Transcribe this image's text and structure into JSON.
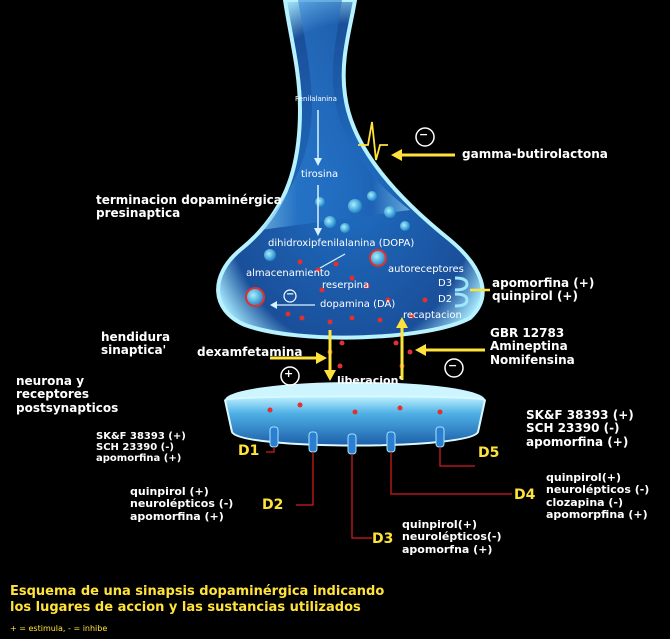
{
  "labels": {
    "fenilalanina": "Fenilalanina",
    "tirosina": "tirosina",
    "dopa": "dihidroxipfenilalanina (DOPA)",
    "almacenamiento": "almacenamiento",
    "reserpina": "reserpina",
    "autoreceptores": "autoreceptores",
    "dopamina": "dopamina (DA)",
    "recaptacion": "recaptacion",
    "d3_auto": "D3",
    "d2_auto": "D2",
    "liberacion": "liberacion'",
    "presinaptica": [
      "terminacion dopaminérgica",
      "presinaptica"
    ],
    "hendidura": [
      "hendidura",
      "sinaptica'"
    ],
    "postsinaptica": [
      "neurona y",
      "receptores",
      "postsynapticos"
    ],
    "gamma": "gamma-butirolactona",
    "apomorfina_plus": [
      "apomorfina (+)",
      "quinpirol (+)"
    ],
    "gbr": [
      "GBR 12783",
      "Amineptina",
      "Nomifensina"
    ],
    "dexamfetamina": "dexamfetamina"
  },
  "signs": {
    "plus": "+",
    "minus": "−"
  },
  "receptors": {
    "d1": {
      "label": "D1",
      "drugs": [
        "SK&F 38393 (+)",
        "SCH 23390 (-)",
        "apomorfina (+)"
      ]
    },
    "d2": {
      "label": "D2",
      "drugs": [
        "quinpirol (+)",
        "neurolépticos (-)",
        "apomorfina (+)"
      ]
    },
    "d3": {
      "label": "D3",
      "drugs": [
        "quinpirol(+)",
        "neurolépticos(-)",
        "apomorfna (+)"
      ]
    },
    "d4": {
      "label": "D4",
      "drugs": [
        "quinpirol(+)",
        "neurolépticos (-)",
        "clozapina (-)",
        "apomorpfina (+)"
      ]
    },
    "d5": {
      "label": "D5",
      "drugs": [
        "SK&F 38393 (+)",
        "SCH 23390 (-)",
        "apomorfina (+)"
      ]
    }
  },
  "caption": [
    "Esquema de una sinapsis dopaminérgica indicando",
    "los lugares de accion y las sustancias utilizados"
  ],
  "legend": "+ = estimula, - = inhibe",
  "colors": {
    "membrane": "#8fe0ff",
    "vesicle": "#3fb6f0",
    "arrow": "#ffe23a",
    "receptor_line": "#b01818",
    "text": "#ffffff",
    "accent": "#ffe23a"
  }
}
